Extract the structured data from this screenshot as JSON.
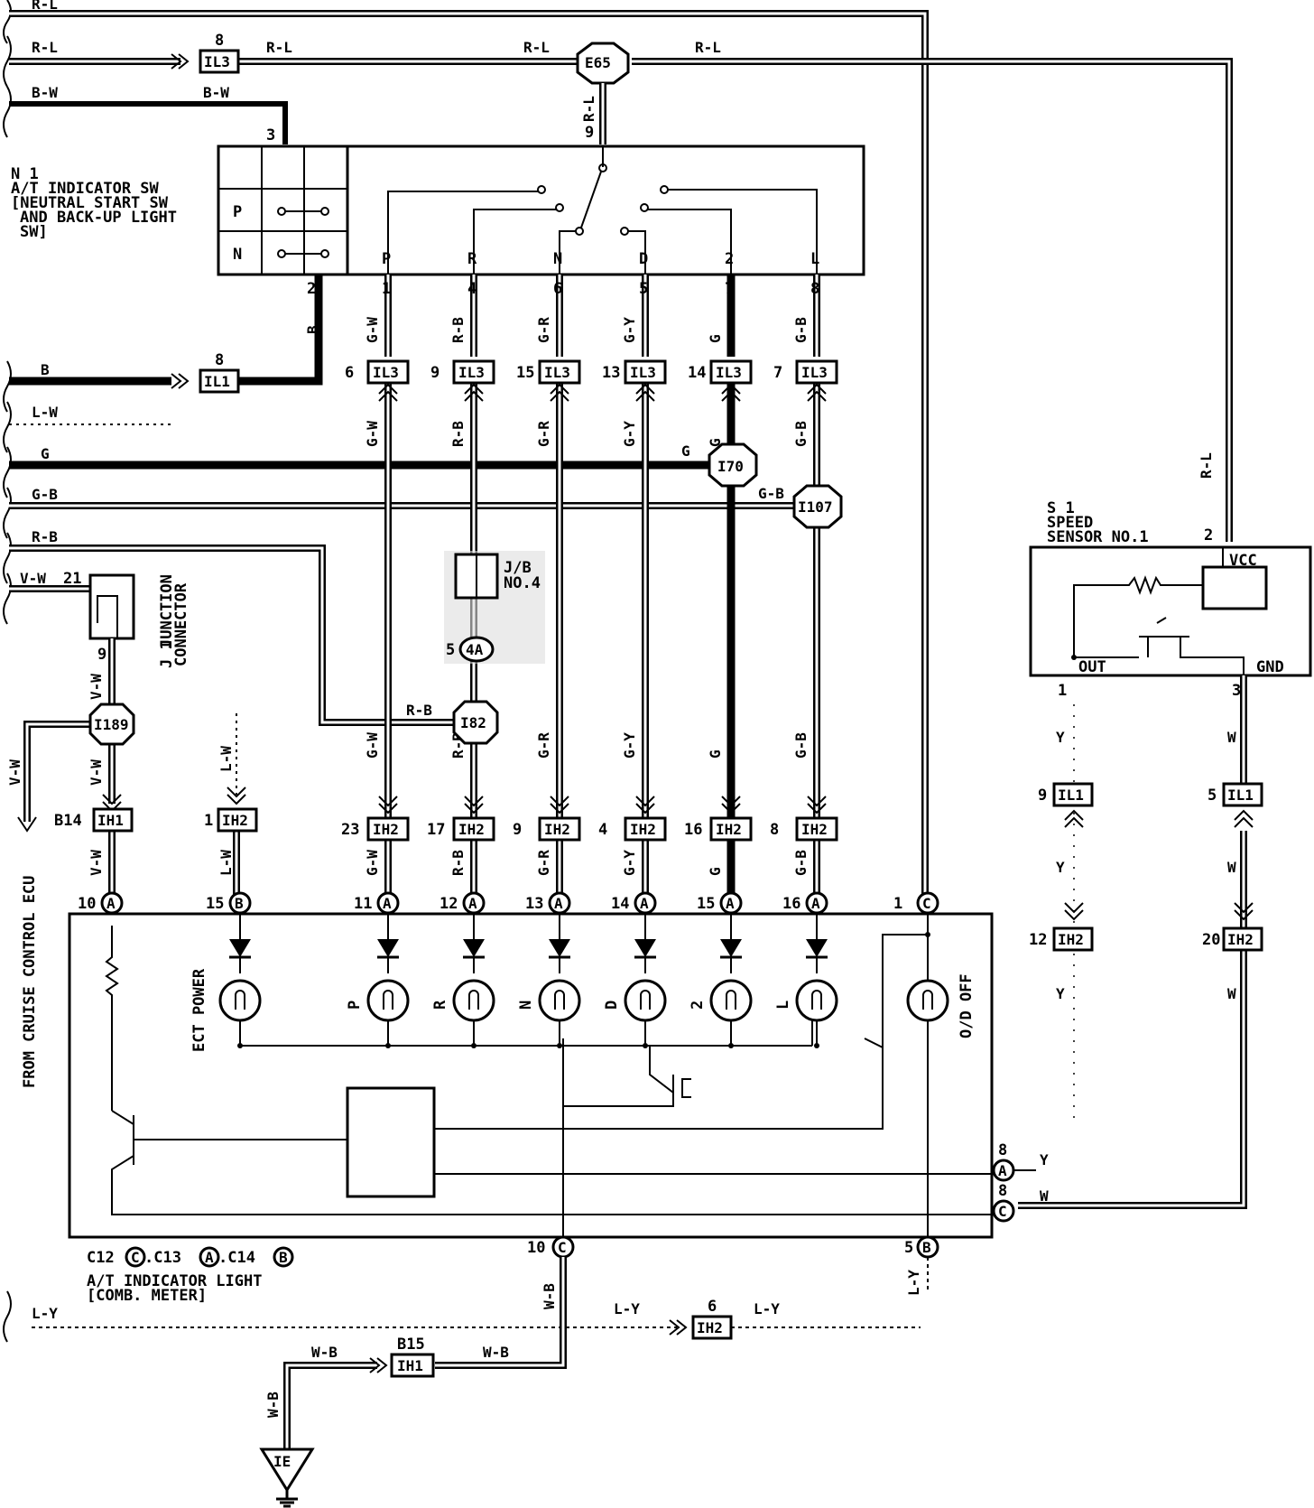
{
  "switch": {
    "ref": "N 1",
    "name": "A/T INDICATOR SW",
    "desc1": "[NEUTRAL START SW",
    "desc2": "AND BACK-UP LIGHT",
    "desc3": "SW]",
    "positions": [
      "P",
      "R",
      "N",
      "D",
      "2",
      "L"
    ],
    "pins": [
      "1",
      "4",
      "6",
      "5",
      "7",
      "8"
    ],
    "pin_common": "9",
    "pin_b": "2",
    "pin_bw": "3",
    "p_row": "P",
    "n_row": "N"
  },
  "sensor": {
    "ref": "S 1",
    "name1": "SPEED",
    "name2": "SENSOR NO.1",
    "vcc": "VCC",
    "out": "OUT",
    "gnd": "GND",
    "pin_vcc": "2",
    "pin_out": "1",
    "pin_gnd": "3"
  },
  "junction": {
    "ref": "J 1",
    "name1": "JUNCTION",
    "name2": "CONNECTOR",
    "pin_in": "21",
    "pin_out": "9"
  },
  "jb": {
    "name1": "J/B",
    "name2": "NO.4",
    "conn": "4A",
    "pin": "5"
  },
  "meter": {
    "ids": "C12",
    "ids2": ".C13",
    "ids3": ".C14",
    "letter_c": "C",
    "letter_a": "A",
    "letter_b": "B",
    "name": "A/T INDICATOR LIGHT",
    "sub": "[COMB. METER]",
    "lamps": [
      "ECT POWER",
      "P",
      "R",
      "N",
      "D",
      "2",
      "L",
      "O/D OFF"
    ],
    "top_pins": [
      "10",
      "15",
      "11",
      "12",
      "13",
      "14",
      "15",
      "16",
      "1"
    ],
    "top_letters": [
      "A",
      "B",
      "A",
      "A",
      "A",
      "A",
      "A",
      "A",
      "C"
    ],
    "right_pins": [
      "8",
      "8"
    ],
    "right_letters": [
      "A",
      "C"
    ],
    "bottom_pins": [
      "10",
      "5"
    ],
    "bottom_letters": [
      "C",
      "B"
    ]
  },
  "connectors": {
    "il3": "IL3",
    "il1": "IL1",
    "ih1": "IH1",
    "ih2": "IH2",
    "e65": "E65",
    "i70": "I70",
    "i107": "I107",
    "i189": "I189",
    "i82": "I82",
    "ie": "IE"
  },
  "pins": {
    "il3_top": "8",
    "il1_b": "8",
    "il3_cols": [
      "6",
      "9",
      "15",
      "13",
      "14",
      "7"
    ],
    "ih2_cols": [
      "23",
      "17",
      "9",
      "4",
      "16",
      "8"
    ],
    "ih2_lw": "1",
    "ih1_vw": "B14",
    "il1_y": "9",
    "il1_w": "5",
    "ih2_y": "12",
    "ih2_w": "20",
    "ih2_ly": "6",
    "ih1_wb": "B15"
  },
  "wires": {
    "rl": "R-L",
    "bw": "B-W",
    "b": "B",
    "lw": "L-W",
    "g": "G",
    "gb": "G-B",
    "rb": "R-B",
    "vw": "V-W",
    "gw": "G-W",
    "gr": "G-R",
    "gy": "G-Y",
    "y": "Y",
    "w": "W",
    "ly": "L-Y",
    "wb": "W-B"
  },
  "from_ecu": "FROM CRUISE CONTROL ECU"
}
